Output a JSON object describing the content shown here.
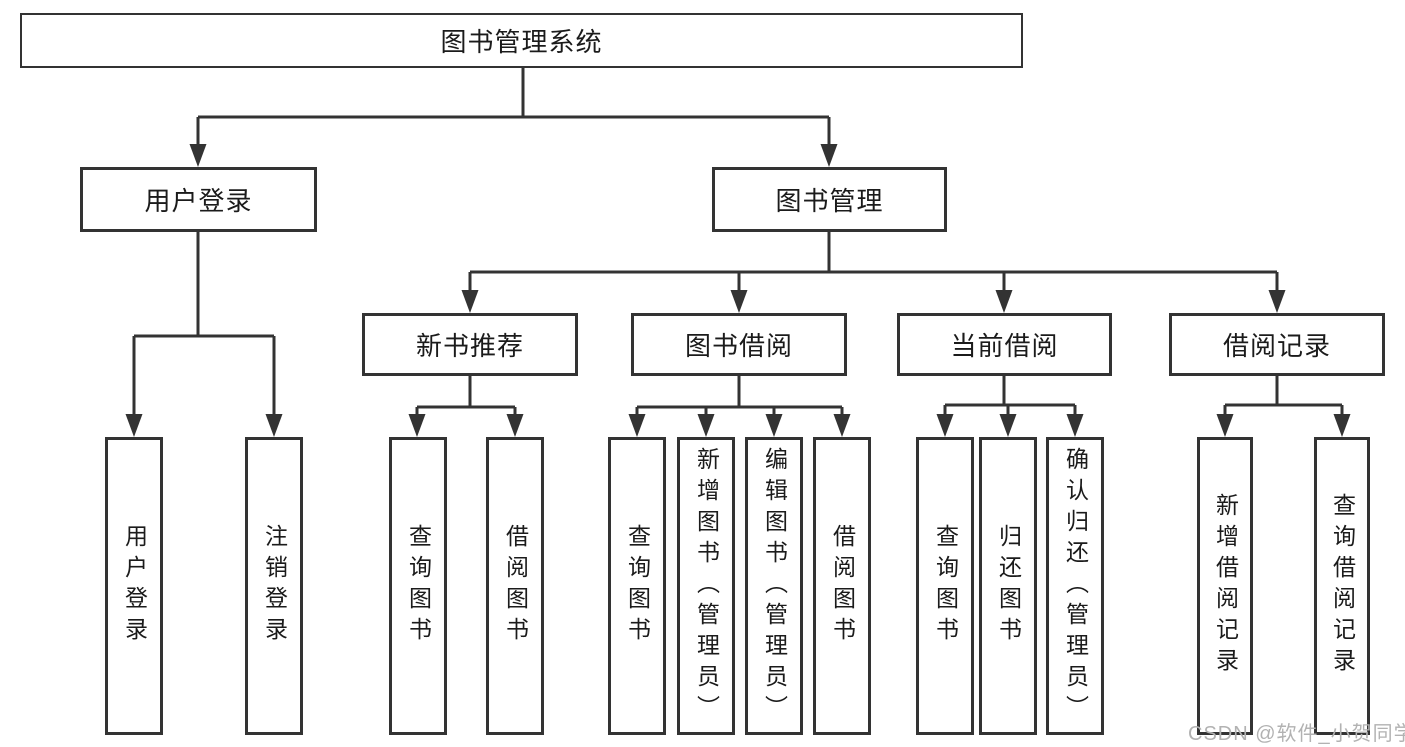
{
  "diagram": {
    "title": "图书管理系统",
    "nodes": {
      "root": {
        "label": "图书管理系统"
      },
      "user_login": {
        "label": "用户登录"
      },
      "book_mgmt": {
        "label": "图书管理"
      },
      "new_books": {
        "label": "新书推荐"
      },
      "book_borrow": {
        "label": "图书借阅"
      },
      "current_borrow": {
        "label": "当前借阅"
      },
      "borrow_records": {
        "label": "借阅记录"
      },
      "leaf_user_login": {
        "label": "用户登录"
      },
      "leaf_logout": {
        "label": "注销登录"
      },
      "leaf_nb_query": {
        "label": "查询图书"
      },
      "leaf_nb_borrow": {
        "label": "借阅图书"
      },
      "leaf_bb_query": {
        "label": "查询图书"
      },
      "leaf_bb_add": {
        "label": "新增图书（管理员）"
      },
      "leaf_bb_edit": {
        "label": "编辑图书（管理员）"
      },
      "leaf_bb_borrow": {
        "label": "借阅图书"
      },
      "leaf_cb_query": {
        "label": "查询图书"
      },
      "leaf_cb_return": {
        "label": "归还图书"
      },
      "leaf_cb_confirm": {
        "label": "确认归还（管理员）"
      },
      "leaf_br_add": {
        "label": "新增借阅记录"
      },
      "leaf_br_query": {
        "label": "查询借阅记录"
      }
    },
    "hierarchy": {
      "图书管理系统": {
        "用户登录": [
          "用户登录",
          "注销登录"
        ],
        "图书管理": {
          "新书推荐": [
            "查询图书",
            "借阅图书"
          ],
          "图书借阅": [
            "查询图书",
            "新增图书（管理员）",
            "编辑图书（管理员）",
            "借阅图书"
          ],
          "当前借阅": [
            "查询图书",
            "归还图书",
            "确认归还（管理员）"
          ],
          "借阅记录": [
            "新增借阅记录",
            "查询借阅记录"
          ]
        }
      }
    },
    "colors": {
      "line": "#333333",
      "box_border": "#333333",
      "box_fill": "#ffffff",
      "text": "#1b1b1b",
      "watermark": "#b2b2b2",
      "background": "#ffffff"
    }
  },
  "watermark": {
    "text": "CSDN @软件_小贺同学"
  }
}
